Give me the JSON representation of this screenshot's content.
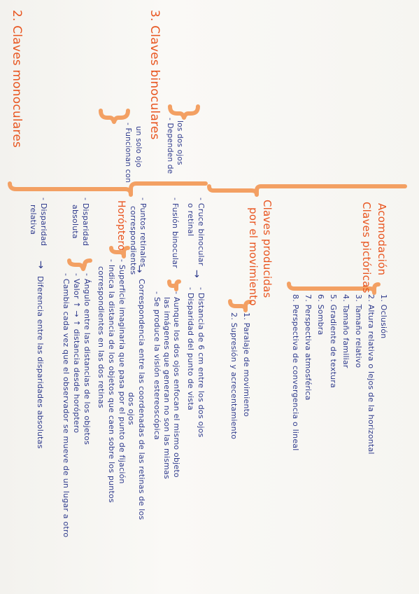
{
  "monoculares": {
    "title": "2. Claves monoculares",
    "desc": [
      "- Funcionan con",
      "un solo ojo"
    ],
    "acomodacion": "Acomodación",
    "pictoricas": {
      "title": "Claves pictóricas",
      "items": [
        "1. Oclusión",
        "2. Altura relativa o lejos de la horizontal",
        "3. Tamaño relativo",
        "4. Tamaño familiar",
        "5. Gradiente de textura",
        "6. Sombra",
        "7. Perspectiva atmosférica",
        "8. Perspectiva de convergencia o lineal"
      ]
    },
    "movimiento": {
      "title": [
        "Claves producidas",
        "por el movimiento"
      ],
      "items": [
        "1. Paralaje de movimiento",
        "2. Supresión y acrecentamiento"
      ]
    }
  },
  "binoculares": {
    "title": "3. Claves binoculares",
    "desc": [
      "- Dependen de",
      "los dos ojos"
    ],
    "cruce": {
      "label": [
        "- Cruce binocular",
        "o retinal"
      ],
      "arrow": "→",
      "items": [
        "- Distancia de 6 cm entre los dos ojos",
        "- Disparidad del punto de vista"
      ]
    },
    "fusion": {
      "label": "- Fusión binocular",
      "items": [
        "- Aunque los dos ojos enfocan el mismo objeto",
        "las imágenes que generan no son las mismas",
        "- Se produce la visión estereoscópica"
      ]
    },
    "puntos": {
      "label": [
        "- Puntos retinales",
        "correspondientes"
      ],
      "arrow": "→",
      "text": [
        "Correspondencia entre las coordenadas de las retinas de los",
        "dos ojos"
      ]
    },
    "horoptero": {
      "label": "Horóptero",
      "items": [
        "- Superficie imaginaria que pasa por el punto de fijación",
        "- Indica la distancia de los objetos que caen sobre los puntos",
        "correspondientes en las dos retinas"
      ]
    },
    "disparidad_absoluta": {
      "label": [
        "- Disparidad",
        "absoluta"
      ],
      "items": [
        "- Ángulo entre las distancias de los objetos",
        "- Valor ↑ → ↑ distancia desde horóptero",
        "- Cambia cada vez que el observador se mueve de un lugar a otro"
      ]
    },
    "disparidad_relativa": {
      "label": [
        "- Disparidad",
        "relativa"
      ],
      "arrow": "→",
      "text": "Diferencia entre las disparidades absolutas"
    }
  }
}
